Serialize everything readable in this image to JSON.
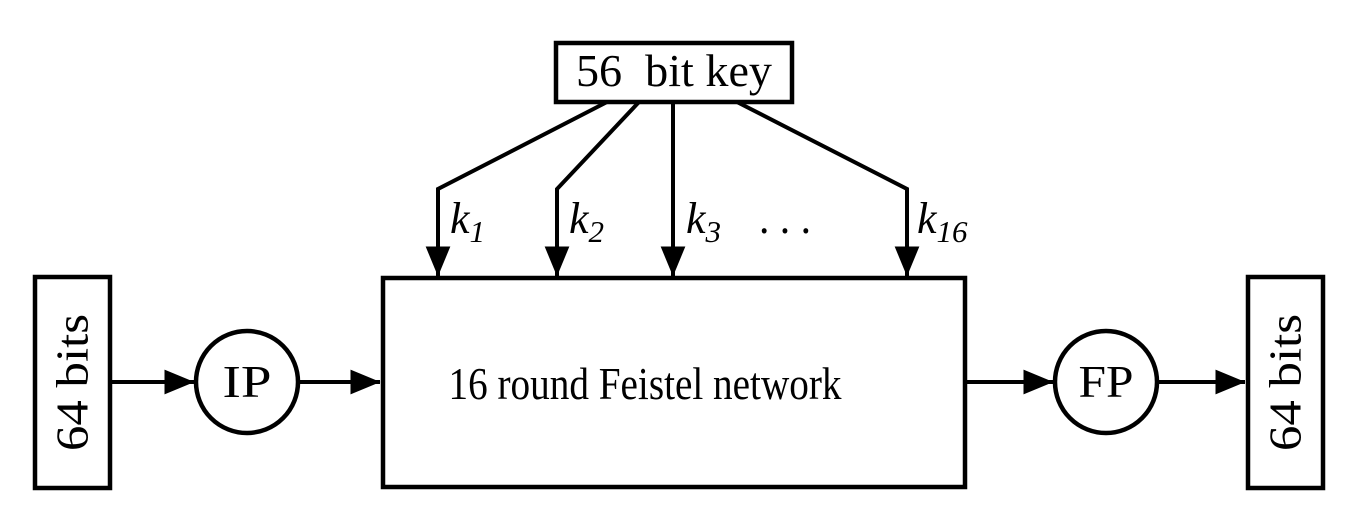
{
  "diagram": {
    "colors": {
      "stroke": "#000000",
      "feistel_fill": "#e8e8e8",
      "background": "#ffffff"
    },
    "key_box": {
      "label": "56  bit key"
    },
    "round_keys": [
      {
        "base": "k",
        "sub": "1"
      },
      {
        "base": "k",
        "sub": "2"
      },
      {
        "base": "k",
        "sub": "3"
      },
      {
        "base": "k",
        "sub": "16"
      }
    ],
    "ellipsis": ". . .",
    "input_box": {
      "label": "64 bits"
    },
    "ip_node": {
      "label": "IP"
    },
    "feistel_box": {
      "label": "16 round Feistel network"
    },
    "fp_node": {
      "label": "FP"
    },
    "output_box": {
      "label": "64 bits"
    }
  }
}
